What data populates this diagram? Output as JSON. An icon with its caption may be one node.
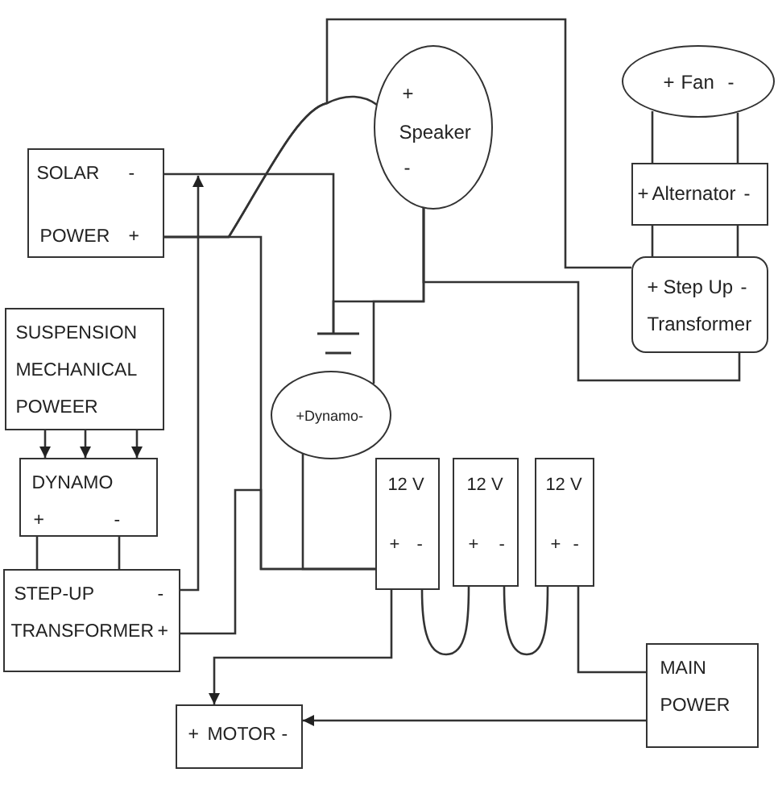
{
  "diagram": {
    "nodes": [
      {
        "text": [
          "SOLAR",
          "-",
          "POWER",
          "+"
        ]
      },
      {
        "text": [
          "+",
          "Speaker",
          "-"
        ]
      },
      {
        "text": [
          "+",
          "Fan",
          "-"
        ]
      },
      {
        "text": [
          "+",
          "Alternator",
          "-"
        ]
      },
      {
        "text": [
          "+",
          "Step Up",
          "-",
          "Transformer"
        ]
      },
      {
        "text": [
          "SUSPENSION MECHANICAL POWEER"
        ]
      },
      {
        "text": [
          "DYNAMO",
          "+",
          "-"
        ]
      },
      {
        "text": [
          "STEP-UP",
          "-",
          "TRANSFORMER",
          "+"
        ]
      },
      {
        "text": [
          "+Dynamo-"
        ]
      },
      {
        "text": [
          "12 V",
          "+",
          "-"
        ]
      },
      {
        "text": [
          "12 V",
          "+",
          "-"
        ]
      },
      {
        "text": [
          "12 V",
          "+",
          "-"
        ]
      },
      {
        "text": [
          "MAIN POWER"
        ]
      },
      {
        "text": [
          "+",
          "MOTOR",
          "-"
        ]
      },
      {
        "text": [],
        "shape": "ground"
      }
    ],
    "edges": [
      {
        "from": 5,
        "to": 6,
        "arrow": "to"
      },
      {
        "from": 5,
        "to": 6,
        "arrow": "to"
      },
      {
        "from": 5,
        "to": 6,
        "arrow": "to"
      },
      {
        "from": 6,
        "to": 7,
        "arrow": "none"
      },
      {
        "from": 6,
        "to": 7,
        "arrow": "none"
      },
      {
        "from": 7,
        "to": 0,
        "arrow": "to"
      },
      {
        "from": 7,
        "to": 9,
        "arrow": "none"
      },
      {
        "from": 0,
        "to": 1,
        "arrow": "none"
      },
      {
        "from": 0,
        "to": 4,
        "arrow": "none"
      },
      {
        "from": 0,
        "to": 9,
        "arrow": "none"
      },
      {
        "from": 8,
        "to": 9,
        "arrow": "none"
      },
      {
        "from": 0,
        "to": 14,
        "arrow": "none"
      },
      {
        "from": 1,
        "to": 14,
        "arrow": "none"
      },
      {
        "from": 1,
        "to": 8,
        "arrow": "none"
      },
      {
        "from": 1,
        "to": 4,
        "arrow": "none"
      },
      {
        "from": 2,
        "to": 3,
        "arrow": "none"
      },
      {
        "from": 2,
        "to": 3,
        "arrow": "none"
      },
      {
        "from": 3,
        "to": 4,
        "arrow": "none"
      },
      {
        "from": 3,
        "to": 4,
        "arrow": "none"
      },
      {
        "from": 9,
        "to": 10,
        "arrow": "none"
      },
      {
        "from": 10,
        "to": 11,
        "arrow": "none"
      },
      {
        "from": 9,
        "to": 13,
        "arrow": "to"
      },
      {
        "from": 11,
        "to": 12,
        "arrow": "none"
      },
      {
        "from": 12,
        "to": 13,
        "arrow": "to"
      }
    ]
  }
}
